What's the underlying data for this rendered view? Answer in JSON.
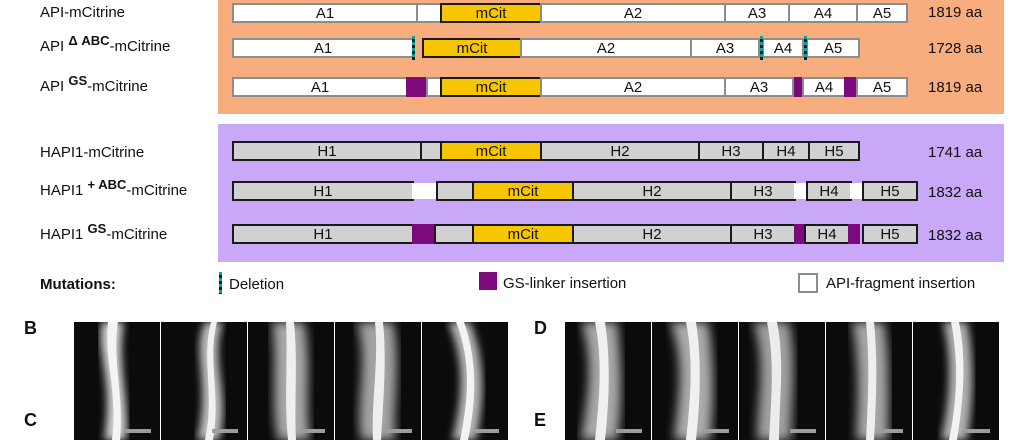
{
  "colors": {
    "api_panel": "#f7ad7e",
    "hapi_panel": "#c9a8f7",
    "mcit": "#f7c600",
    "gs_linker": "#7d0a7d",
    "deletion": "#0aa3a3",
    "hapi_segment": "#d1d1d1",
    "api_segment": "#ffffff"
  },
  "constructs": [
    {
      "label": "API-mCitrine",
      "label_sup": "",
      "label_suffix": "",
      "length": "1819 aa",
      "segments": [
        {
          "kind": "white",
          "text": "A1"
        },
        {
          "kind": "white",
          "text": ""
        },
        {
          "kind": "mcit",
          "text": "mCit"
        },
        {
          "kind": "white",
          "text": "A2"
        },
        {
          "kind": "white",
          "text": "A3"
        },
        {
          "kind": "white",
          "text": "A4"
        },
        {
          "kind": "white",
          "text": "A5"
        }
      ]
    },
    {
      "label": "API ",
      "label_sup": "Δ ABC",
      "label_suffix": "-mCitrine",
      "length": "1728 aa",
      "segments": [
        {
          "kind": "white",
          "text": "A1"
        },
        {
          "kind": "mcit",
          "text": "mCit"
        },
        {
          "kind": "white",
          "text": "A2"
        },
        {
          "kind": "white",
          "text": "A3"
        },
        {
          "kind": "white",
          "text": "A4"
        },
        {
          "kind": "white",
          "text": "A5"
        }
      ]
    },
    {
      "label": "API ",
      "label_sup": "GS",
      "label_suffix": "-mCitrine",
      "length": "1819 aa",
      "segments": [
        {
          "kind": "white",
          "text": "A1"
        },
        {
          "kind": "gs",
          "text": ""
        },
        {
          "kind": "white",
          "text": ""
        },
        {
          "kind": "mcit",
          "text": "mCit"
        },
        {
          "kind": "white",
          "text": "A2"
        },
        {
          "kind": "white",
          "text": "A3"
        },
        {
          "kind": "gs",
          "text": ""
        },
        {
          "kind": "white",
          "text": "A4"
        },
        {
          "kind": "gs",
          "text": ""
        },
        {
          "kind": "white",
          "text": "A5"
        }
      ]
    },
    {
      "label": "HAPI1-mCitrine",
      "label_sup": "",
      "label_suffix": "",
      "length": "1741 aa",
      "segments": [
        {
          "kind": "grey",
          "text": "H1"
        },
        {
          "kind": "grey",
          "text": ""
        },
        {
          "kind": "mcit",
          "text": "mCit"
        },
        {
          "kind": "grey",
          "text": "H2"
        },
        {
          "kind": "grey",
          "text": "H3"
        },
        {
          "kind": "grey",
          "text": "H4"
        },
        {
          "kind": "grey",
          "text": "H5"
        }
      ]
    },
    {
      "label": "HAPI1 ",
      "label_sup": "+ ABC",
      "label_suffix": "-mCitrine",
      "length": "1832 aa",
      "segments": [
        {
          "kind": "grey",
          "text": "H1"
        },
        {
          "kind": "ins",
          "text": ""
        },
        {
          "kind": "grey",
          "text": ""
        },
        {
          "kind": "mcit",
          "text": "mCit"
        },
        {
          "kind": "grey",
          "text": "H2"
        },
        {
          "kind": "grey",
          "text": "H3"
        },
        {
          "kind": "ins",
          "text": ""
        },
        {
          "kind": "grey",
          "text": "H4"
        },
        {
          "kind": "ins",
          "text": ""
        },
        {
          "kind": "grey",
          "text": "H5"
        }
      ]
    },
    {
      "label": "HAPI1 ",
      "label_sup": "GS",
      "label_suffix": "-mCitrine",
      "length": "1832 aa",
      "segments": [
        {
          "kind": "grey",
          "text": "H1"
        },
        {
          "kind": "gs",
          "text": ""
        },
        {
          "kind": "grey",
          "text": ""
        },
        {
          "kind": "mcit",
          "text": "mCit"
        },
        {
          "kind": "grey",
          "text": "H2"
        },
        {
          "kind": "grey",
          "text": "H3"
        },
        {
          "kind": "gs",
          "text": ""
        },
        {
          "kind": "grey",
          "text": "H4"
        },
        {
          "kind": "gs",
          "text": ""
        },
        {
          "kind": "grey",
          "text": "H5"
        }
      ]
    }
  ],
  "legend": {
    "title": "Mutations:",
    "deletion": "Deletion",
    "gs_linker": "GS-linker insertion",
    "api_fragment": "API-fragment insertion"
  },
  "panel_letters": [
    "B",
    "C",
    "D",
    "E"
  ]
}
